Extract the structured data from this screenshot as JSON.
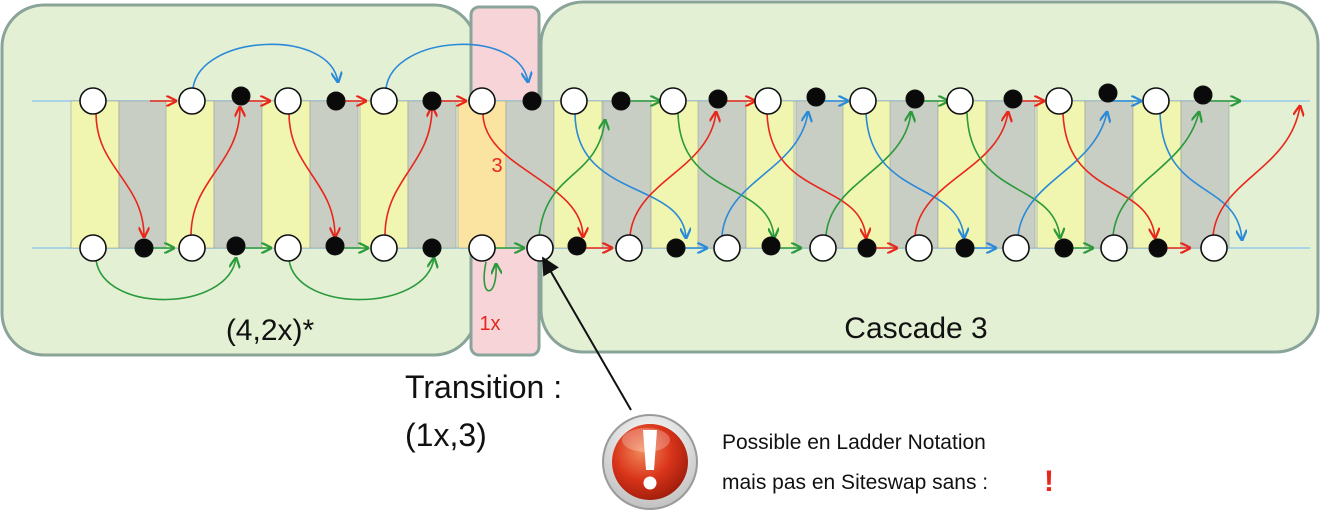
{
  "regions": {
    "left_label": "(4,2x)*",
    "transition_label": "1x",
    "throw_label": "3",
    "right_label": "Cascade 3"
  },
  "callout": {
    "title_line1": "Transition :",
    "title_line2": "(1x,3)",
    "note_line1": "Possible en Ladder Notation",
    "note_line2": "mais pas en Siteswap sans :",
    "note_mark": "!"
  },
  "colors": {
    "left_panel": "#e3f0d4",
    "right_panel": "#e3f0d4",
    "transition_panel": "#f6d4d8",
    "panel_border": "#8aa49a",
    "yellow_band": "#f0f5b0",
    "gray_band": "#c9cec4",
    "orange_band": "#fbe3a1",
    "red_arrow": "#e8271b",
    "blue_arrow": "#2a8ad8",
    "green_arrow": "#2a9a3a",
    "warning_red": "#d9341a"
  },
  "icons": {
    "warning": "exclamation-warning-icon"
  }
}
